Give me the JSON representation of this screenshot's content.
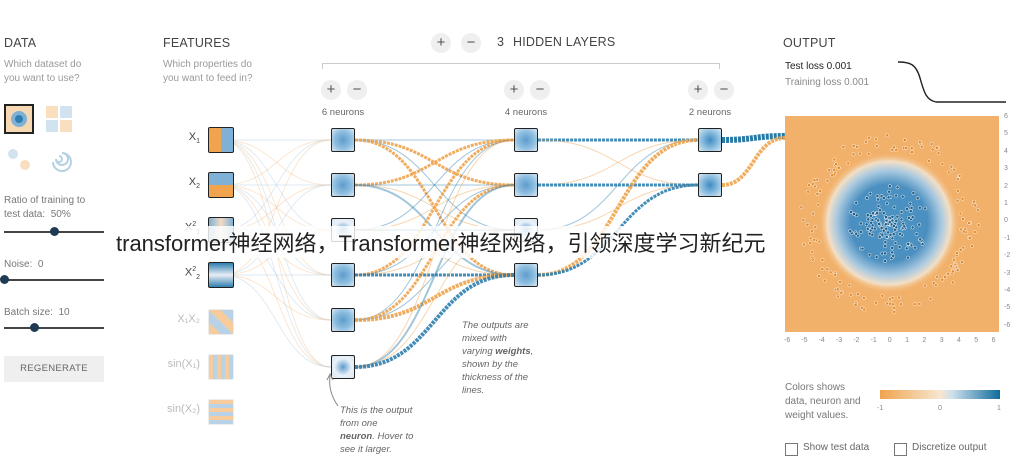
{
  "data_panel": {
    "title": "DATA",
    "question_line1": "Which dataset do",
    "question_line2": "you want to use?",
    "ratio_label": "Ratio of training to",
    "ratio_label2": "test data:",
    "ratio_value": "50%",
    "ratio_fraction": 0.5,
    "noise_label": "Noise:",
    "noise_value": "0",
    "noise_fraction": 0.0,
    "batch_label": "Batch size:",
    "batch_value": "10",
    "batch_fraction": 0.3,
    "regenerate": "REGENERATE"
  },
  "features_panel": {
    "title": "FEATURES",
    "question_line1": "Which properties do",
    "question_line2": "you want to feed in?",
    "features": [
      {
        "base": "X",
        "sub": "1",
        "sup": "",
        "enabled": true
      },
      {
        "base": "X",
        "sub": "2",
        "sup": "",
        "enabled": true
      },
      {
        "base": "X",
        "sub": "1",
        "sup": "2",
        "enabled": true
      },
      {
        "base": "X",
        "sub": "2",
        "sup": "2",
        "enabled": true
      },
      {
        "base": "X₁X₂",
        "sub": "",
        "sup": "",
        "enabled": false
      },
      {
        "base": "sin(X₁)",
        "sub": "",
        "sup": "",
        "enabled": false
      },
      {
        "base": "sin(X₂)",
        "sub": "",
        "sup": "",
        "enabled": false
      }
    ]
  },
  "hidden": {
    "plus": "+",
    "minus": "−",
    "count": "3",
    "title": "HIDDEN LAYERS",
    "layers": [
      {
        "label": "6 neurons",
        "count": 6
      },
      {
        "label": "4 neurons",
        "count": 4
      },
      {
        "label": "2 neurons",
        "count": 2
      }
    ]
  },
  "notes": {
    "weights_l1": "The outputs are",
    "weights_l2": "mixed with",
    "weights_l3": "varying",
    "weights_bold": "weights",
    "weights_l4": "shown by the",
    "weights_l5": "thickness of the",
    "weights_l6": "lines.",
    "neuron_l1": "This is the output",
    "neuron_l2": "from one",
    "neuron_bold": "neuron",
    "neuron_l3": ". Hover to",
    "neuron_l4": "see it larger."
  },
  "output_panel": {
    "title": "OUTPUT",
    "test_loss": "Test loss 0.001",
    "training_loss": "Training loss 0.001",
    "x_ticks": [
      "-6",
      "-5",
      "-4",
      "-3",
      "-2",
      "-1",
      "0",
      "1",
      "2",
      "3",
      "4",
      "5",
      "6"
    ],
    "y_ticks": [
      "6",
      "5",
      "4",
      "3",
      "2",
      "1",
      "0",
      "-1",
      "-2",
      "-3",
      "-4",
      "-5",
      "-6"
    ],
    "legend_l1": "Colors shows",
    "legend_l2": "data, neuron and",
    "legend_l3": "weight values.",
    "scale_min": "-1",
    "scale_mid": "0",
    "scale_max": "1",
    "show_test": "Show test data",
    "discretize": "Discretize output"
  },
  "watermark": "transformer神经网络，Transformer神经网络，引领深度学习新纪元",
  "colors": {
    "orange": "#f0a44e",
    "blue": "#2f7fb0",
    "light_orange": "#f6c48f",
    "dark_blue": "#0f6c9c"
  }
}
